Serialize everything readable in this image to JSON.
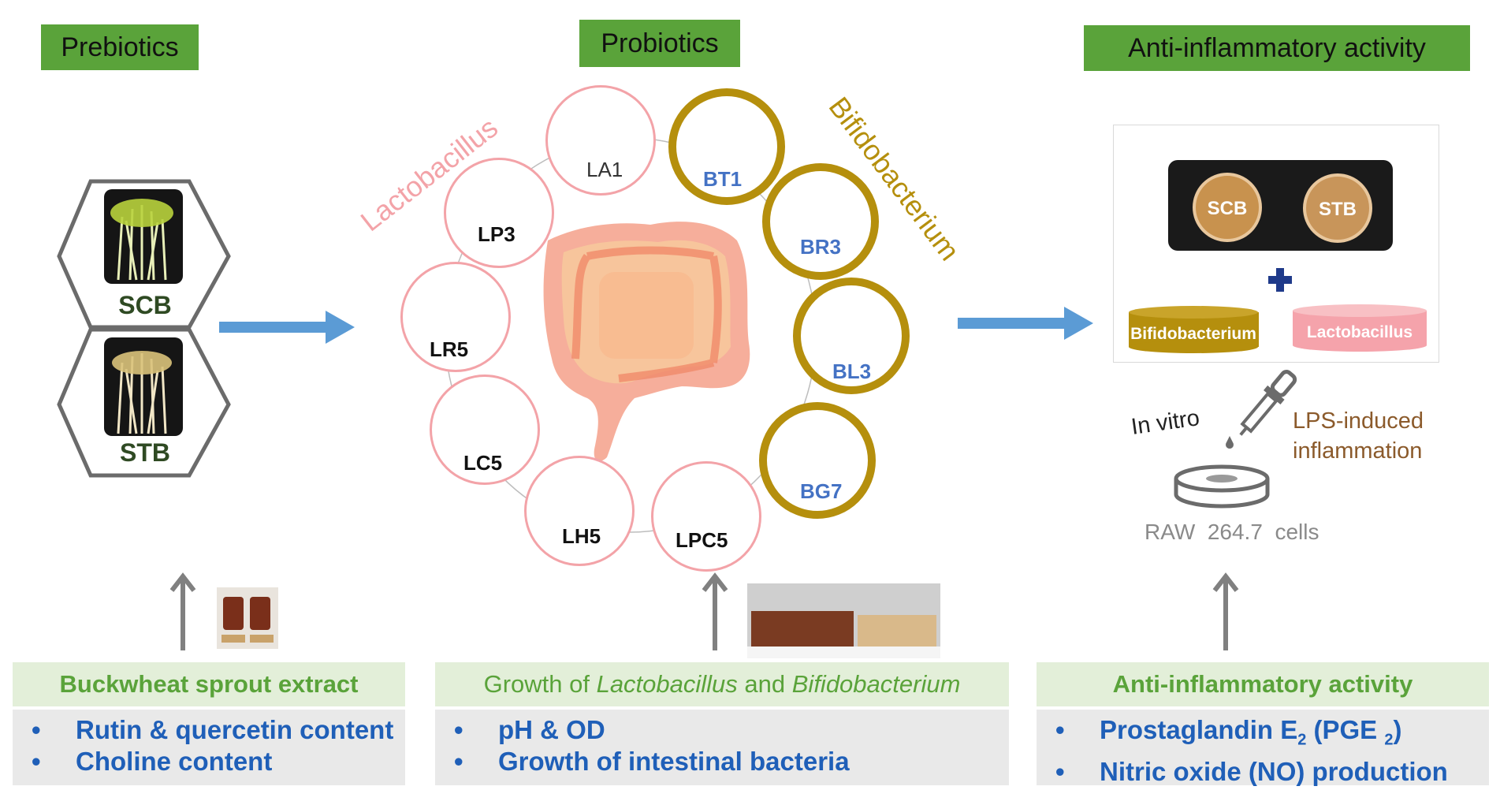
{
  "headers": {
    "prebiotics": "Prebiotics",
    "probiotics": "Probiotics",
    "anti": "Anti-inflammatory  activity"
  },
  "prebiotics": {
    "items": [
      "SCB",
      "STB"
    ]
  },
  "probiotics": {
    "lacto_title": "Lactobacillus",
    "bifido_title": "Bifidobacterium",
    "lacto_strains": [
      "LA1",
      "LP3",
      "LR5",
      "LC5",
      "LH5",
      "LPC5"
    ],
    "bifido_strains": [
      "BT1",
      "BR3",
      "BL3",
      "BG7"
    ]
  },
  "anti": {
    "dish_labels": [
      "SCB",
      "STB"
    ],
    "plus": "+",
    "cylinder_bifido": "Bifidobacterium",
    "cylinder_lacto": "Lactobacillus",
    "in_vitro": "In vitro",
    "lps_line1": "LPS-induced",
    "lps_line2": "inflammation",
    "cells": "RAW  264.7  cells"
  },
  "bottom": {
    "left": {
      "title": "Buckwheat sprout extract",
      "items": [
        "Rutin & quercetin content",
        "Choline content"
      ]
    },
    "middle": {
      "title_prefix": "Growth of ",
      "title_lacto": "Lactobacillus",
      "title_and": " and ",
      "title_bifido": "Bifidobacterium",
      "items": [
        "pH & OD",
        "Growth of intestinal bacteria"
      ]
    },
    "right": {
      "title": "Anti-inflammatory activity",
      "item1_prefix": "Prostaglandin E",
      "item1_sub": "2",
      "item1_mid": " (PGE ",
      "item1_sub2": "2",
      "item1_suffix": ")",
      "item2": "Nitric oxide (NO) production"
    }
  },
  "colors": {
    "header_green": "#5aa33a",
    "lacto_pink": "#f3a3a8",
    "bifido_gold": "#b58f0d",
    "arrow_blue": "#5b9bd5",
    "bullet_blue": "#1f5fb8"
  }
}
